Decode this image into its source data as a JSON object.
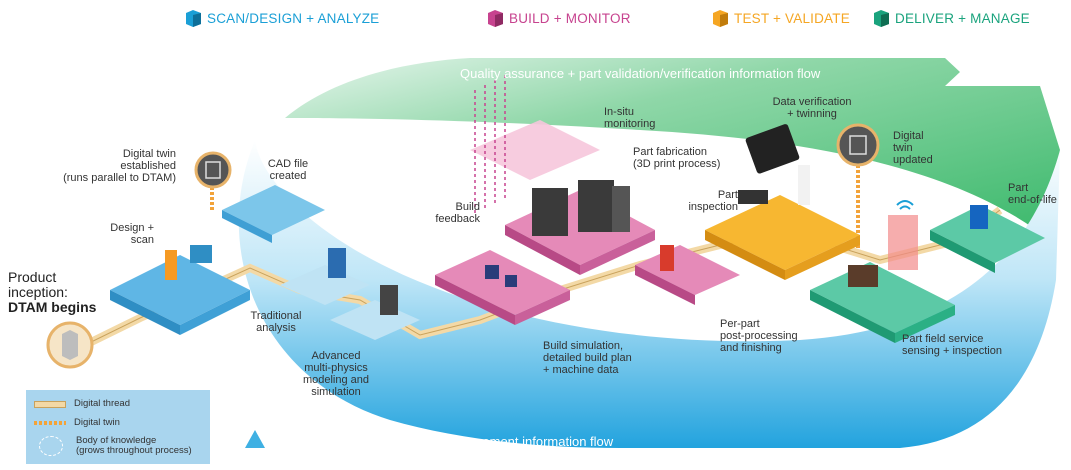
{
  "phases": [
    {
      "label": "SCAN/DESIGN + ANALYZE",
      "color": "#1a9fd6"
    },
    {
      "label": "BUILD + MONITOR",
      "color": "#c7438f"
    },
    {
      "label": "TEST + VALIDATE",
      "color": "#f5a623"
    },
    {
      "label": "DELIVER + MANAGE",
      "color": "#1aa37d"
    }
  ],
  "flows": {
    "top": "Quality assurance + part validation/verification information flow",
    "bottom": "Continuous improvement information flow"
  },
  "inception": {
    "line1": "Product",
    "line2": "inception:",
    "line3": "DTAM begins"
  },
  "labels": {
    "digital_twin_established": [
      "Digital twin",
      "established",
      "(runs parallel to DTAM)"
    ],
    "cad_file": [
      "CAD file",
      "created"
    ],
    "design_scan": [
      "Design +",
      "scan"
    ],
    "traditional_analysis": [
      "Traditional",
      "analysis"
    ],
    "advanced_modeling": [
      "Advanced",
      "multi-physics",
      "modeling and",
      "simulation"
    ],
    "in_situ": [
      "In-situ",
      "monitoring"
    ],
    "build_feedback": [
      "Build",
      "feedback"
    ],
    "part_fabrication": [
      "Part fabrication",
      "(3D print process)"
    ],
    "build_simulation": [
      "Build simulation,",
      "detailed build plan",
      "+ machine data"
    ],
    "data_verification": [
      "Data verification",
      "+ twinning"
    ],
    "part_inspection": [
      "Part",
      "inspection"
    ],
    "per_part": [
      "Per-part",
      "post-processing",
      "and finishing"
    ],
    "digital_twin_updated": [
      "Digital",
      "twin",
      "updated"
    ],
    "part_end_of_life": [
      "Part",
      "end-of-life"
    ],
    "field_service": [
      "Part field service",
      "sensing + inspection"
    ]
  },
  "legend": {
    "digital_thread": "Digital thread",
    "digital_twin": "Digital twin",
    "body_of_knowledge": [
      "Body of knowledge",
      "(grows throughout process)"
    ]
  },
  "colors": {
    "blue": "#1a9fd6",
    "pink": "#c7438f",
    "orange": "#f5a623",
    "green": "#1aa37d",
    "flow_green": "#39b86a",
    "flow_blue": "#29a8e0"
  }
}
